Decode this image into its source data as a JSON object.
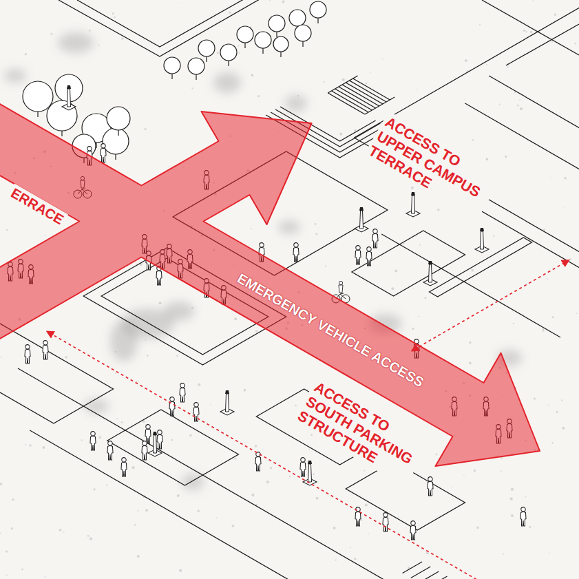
{
  "diagram": {
    "labels": [
      "ACCESS TO UPPER CAMPUS TERRACE",
      "ERRACE",
      "EMERGENCY VEHICLE ACCESS",
      "ACCESS TO SOUTH PARKING STRUCTURE"
    ]
  }
}
